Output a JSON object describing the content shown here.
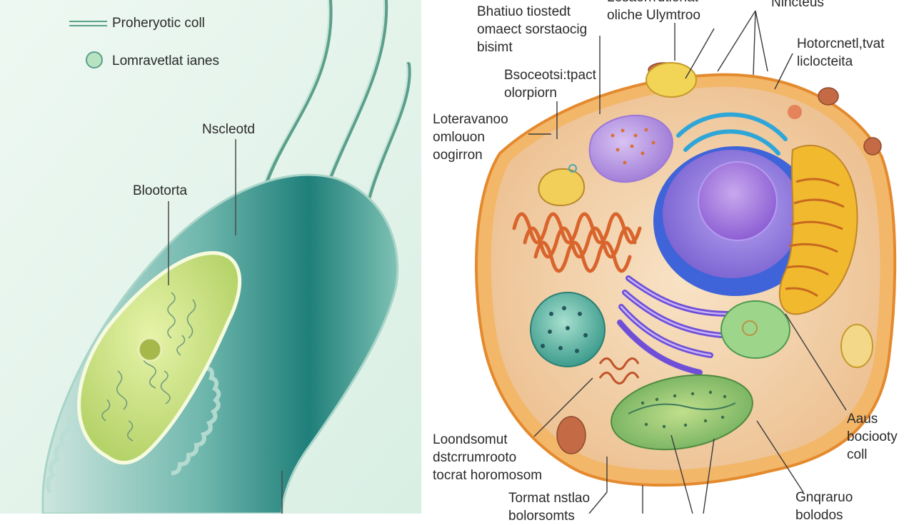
{
  "prokaryote": {
    "legend": {
      "line_label": "Proheryotic coll",
      "dot_label": "Lomravetlat ianes"
    },
    "labels": {
      "nucleoid": "Nscleotd",
      "bacteria": "Blootorta"
    }
  },
  "eukaryote": {
    "labels": {
      "top_left": "Bhatiuo tiostedt\nomaect sorstaocig\nbisimt",
      "top_center": "Lesaorrrdtionat\noliche Ulymtroo",
      "top_right": "Nlncteus",
      "right_upper": "Hotorcnetl,tvat\nliclocteita",
      "mid_left": "Bsoceotsi:tpact\nolorpiorn",
      "left": "Loteravanoo\nomlouon\noogirron",
      "right_lower": "Aaus\nbociooty\ncoll",
      "bottom_left": "Loondsomut\ndstcrrumrooto\ntocrat horomosom",
      "bottom_center": "Tormat nstlao\nbolorsomts",
      "bottom_right": "Gnqraruo\nbolodos"
    }
  },
  "colors": {
    "background_left": "#e6f4ec",
    "bacterium_body": "#5aa69a",
    "bacterium_dark": "#1f7a78",
    "nucleoid_fill": "#d7e98c",
    "cell_wall": "#e9a23b",
    "cytoplasm": "#f5d8b4",
    "nucleus": "#8f7bd9",
    "golgi": "#6f5fe0",
    "er": "#d9652d",
    "mitochondria": "#f0b92e",
    "lysosome": "#6dbda6",
    "chloroplast": "#9cc96b"
  }
}
